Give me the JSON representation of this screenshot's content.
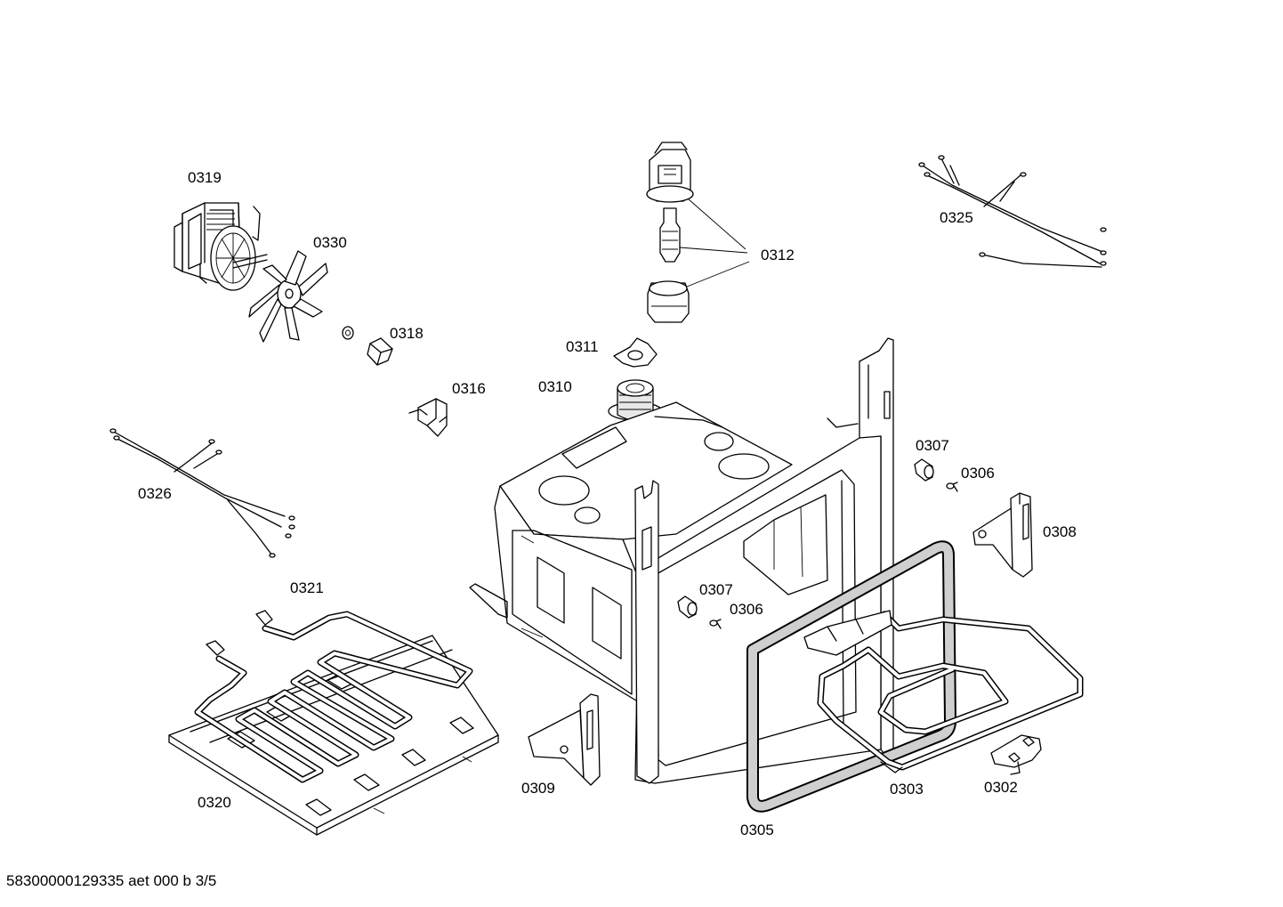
{
  "document_ref": "58300000129335 aet 000 b 3/5",
  "labels": {
    "p0319": "0319",
    "p0330": "0330",
    "p0318": "0318",
    "p0316": "0316",
    "p0312": "0312",
    "p0311": "0311",
    "p0310": "0310",
    "p0325": "0325",
    "p0326": "0326",
    "p0307a": "0307",
    "p0306a": "0306",
    "p0308": "0308",
    "p0307b": "0307",
    "p0306b": "0306",
    "p0321": "0321",
    "p0320": "0320",
    "p0309": "0309",
    "p0305": "0305",
    "p0303": "0303",
    "p0302": "0302"
  }
}
